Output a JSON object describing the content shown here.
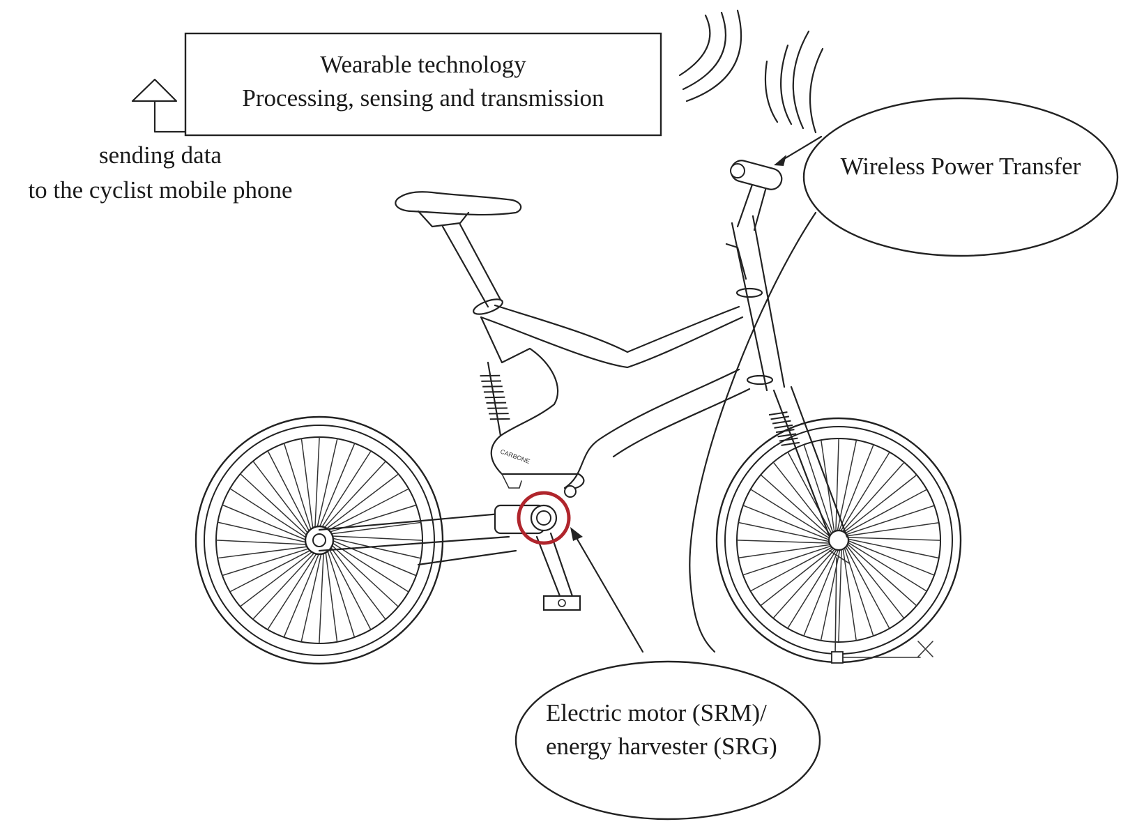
{
  "wearable": {
    "title": "Wearable technology",
    "subtitle": "Processing, sensing and transmission"
  },
  "phone_note": {
    "line1": "sending data",
    "line2": "to the cyclist mobile phone"
  },
  "wireless_power": {
    "label": "Wireless Power Transfer"
  },
  "motor": {
    "line1": "Electric motor (SRM)/",
    "line2": "energy harvester (SRG)"
  },
  "frame_brand": "CARBONE",
  "colors": {
    "motor_ring": "#b0252c",
    "line": "#222222"
  }
}
